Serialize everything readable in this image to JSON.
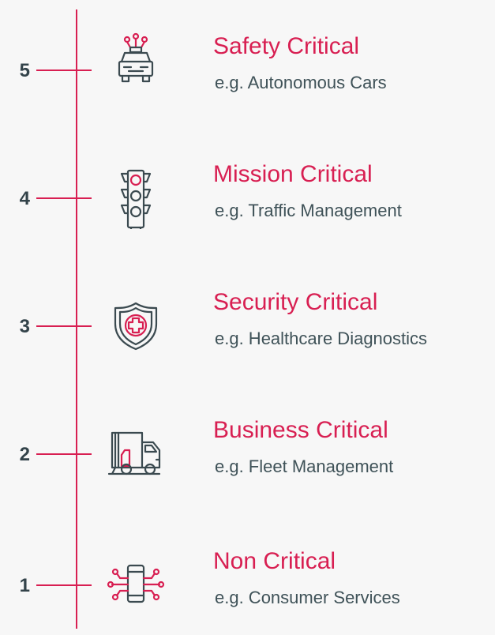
{
  "colors": {
    "accent": "#d81f52",
    "text_dark": "#33434a",
    "icon_stroke": "#3b4a50",
    "background": "#f7f7f7"
  },
  "tiers": [
    {
      "level": "5",
      "title": "Safety Critical",
      "example": "e.g. Autonomous Cars",
      "icon": "autonomous-car-icon"
    },
    {
      "level": "4",
      "title": "Mission Critical",
      "example": "e.g. Traffic Management",
      "icon": "traffic-light-icon"
    },
    {
      "level": "3",
      "title": "Security Critical",
      "example": "e.g. Healthcare Diagnostics",
      "icon": "medical-shield-icon"
    },
    {
      "level": "2",
      "title": "Business Critical",
      "example": "e.g. Fleet Management",
      "icon": "delivery-truck-icon"
    },
    {
      "level": "1",
      "title": "Non Critical",
      "example": "e.g. Consumer Services",
      "icon": "connected-phone-icon"
    }
  ]
}
